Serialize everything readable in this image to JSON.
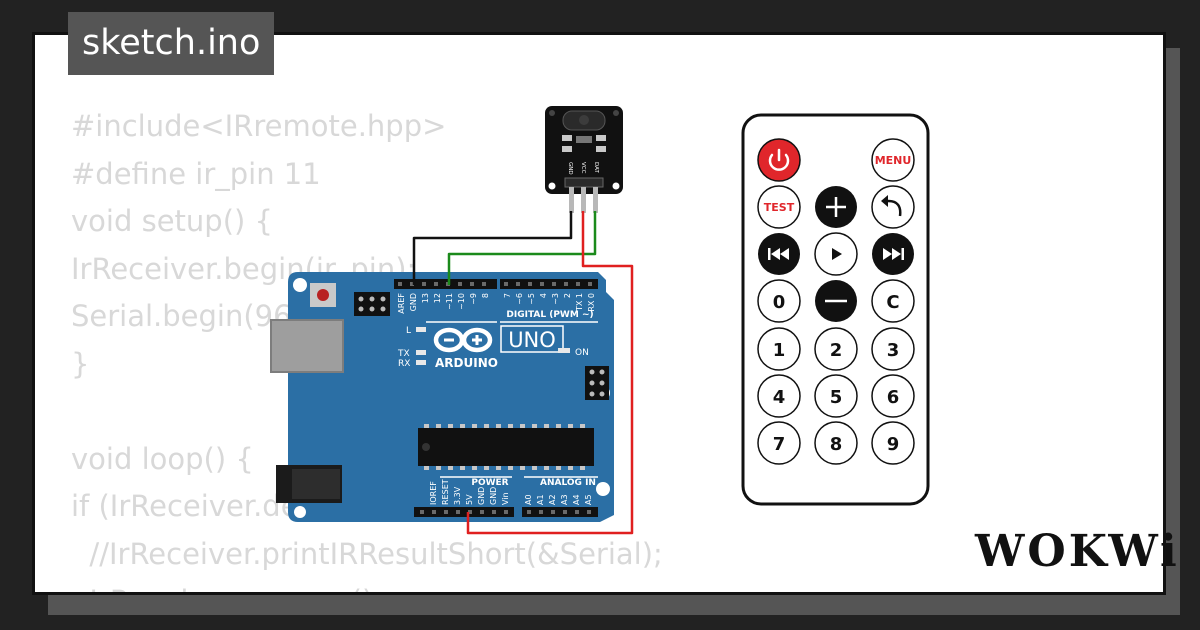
{
  "sketch": {
    "filename": "sketch.ino"
  },
  "code_lines": [
    "#include<IRremote.hpp>",
    "#define ir_pin 11",
    "void setup() {",
    "IrReceiver.begin(ir_pin);",
    "Serial.begin(9600);",
    "}",
    "",
    "void loop() {",
    "if (IrReceiver.decode()) {",
    "  //IrReceiver.printIRResultShort(&Serial);",
    "  IrReceiver.resume();"
  ],
  "ir_sensor": {
    "pin_labels": [
      "GND",
      "VCC",
      "DAT"
    ]
  },
  "arduino": {
    "header_pins_top": [
      "AREF",
      "GND",
      "13",
      "12",
      "~11",
      "~10",
      "~9",
      "8",
      "7",
      "~6",
      "~5",
      "4",
      "~3",
      "2",
      "TX 1",
      "RX 0"
    ],
    "digital_label": "DIGITAL (PWM ~)",
    "led_l": "L",
    "led_tx": "TX",
    "led_rx": "RX",
    "logo_text": "ARDUINO",
    "model": "UNO",
    "on_label": "ON",
    "power_label": "POWER",
    "analog_label": "ANALOG IN",
    "power_pins": [
      "IOREF",
      "RESET",
      "3.3V",
      "5V",
      "GND",
      "GND",
      "Vin"
    ],
    "analog_pins": [
      "A0",
      "A1",
      "A2",
      "A3",
      "A4",
      "A5"
    ]
  },
  "remote": {
    "buttons": {
      "menu": "MENU",
      "test": "TEST",
      "zero": "0",
      "clear": "C",
      "one": "1",
      "two": "2",
      "three": "3",
      "four": "4",
      "five": "5",
      "six": "6",
      "seven": "7",
      "eight": "8",
      "nine": "9"
    }
  },
  "brand": {
    "name": "WOKWi"
  },
  "colors": {
    "board_blue": "#2b6fa5",
    "wire_black": "#111111",
    "wire_green": "#1b8a1b",
    "wire_red": "#e02020",
    "power_button_red": "#e0262b",
    "code_gray": "#d8d8d8"
  }
}
